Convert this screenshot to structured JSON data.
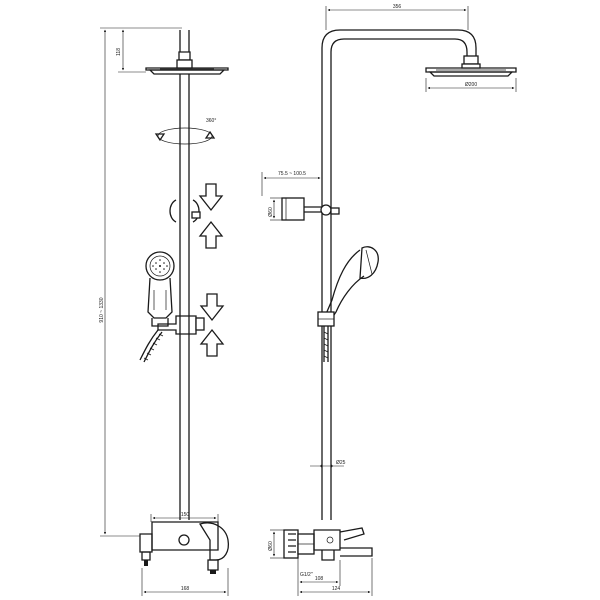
{
  "dimensions": {
    "front_head_drop": "118",
    "front_total_height": "910 ~ 1330",
    "rotation": "360°",
    "front_mixer_width": "150",
    "front_outlet_width": "168",
    "side_arm_reach": "356",
    "head_diameter": "Ø200",
    "bracket_range": "75.5 ~ 100.5",
    "bracket_height": "Ø60",
    "pipe_diameter": "Ø25",
    "mixer_height": "Ø60",
    "inlet_thread": "G1/2\"",
    "side_depth_a": "108",
    "side_depth_b": "124"
  },
  "colors": {
    "line": "#1a1a1a",
    "background": "#ffffff"
  }
}
